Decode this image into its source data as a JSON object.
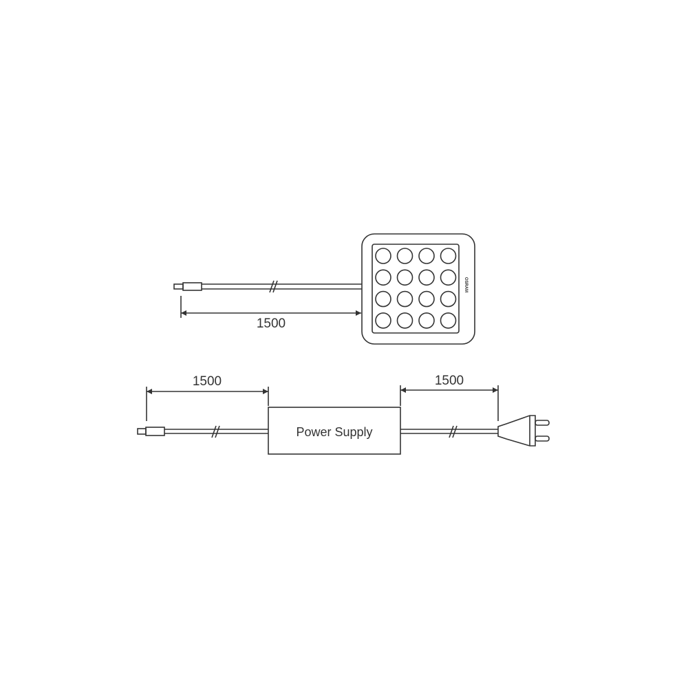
{
  "top_assembly": {
    "cable_length_label": "1500",
    "led_module": {
      "led_rows": 4,
      "led_columns": 4,
      "brand": "OSRAM"
    }
  },
  "bottom_assembly": {
    "output_cable_length_label": "1500",
    "power_supply_label": "Power Supply",
    "input_cable_length_label": "1500"
  },
  "colors": {
    "line": "#333333",
    "background": "#ffffff"
  }
}
